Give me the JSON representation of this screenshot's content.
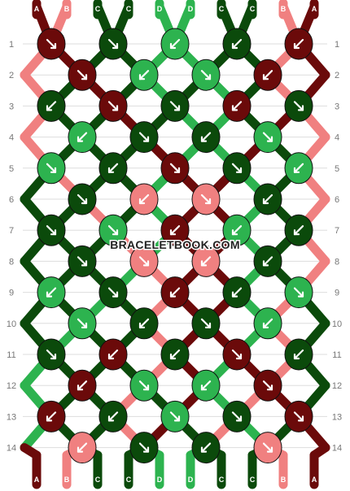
{
  "pattern": {
    "strands_top": [
      "A",
      "B",
      "C",
      "C",
      "D",
      "D",
      "C",
      "C",
      "B",
      "A"
    ],
    "strands_bottom": [
      "A",
      "B",
      "C",
      "C",
      "D",
      "D",
      "C",
      "C",
      "B",
      "A"
    ],
    "colors": {
      "A": "#6b0a0a",
      "B": "#f08080",
      "C": "#0b4a0b",
      "D": "#2db34f"
    },
    "row_labels": [
      "1",
      "2",
      "3",
      "4",
      "5",
      "6",
      "7",
      "8",
      "9",
      "10",
      "11",
      "12",
      "13",
      "14"
    ],
    "rows": [
      [
        {
          "c": "A",
          "d": "se"
        },
        {
          "c": "C",
          "d": "se"
        },
        {
          "c": "D",
          "d": "sw"
        },
        {
          "c": "C",
          "d": "sw"
        },
        {
          "c": "A",
          "d": "sw"
        }
      ],
      [
        {
          "c": "A",
          "d": "se"
        },
        {
          "c": "D",
          "d": "sw"
        },
        {
          "c": "D",
          "d": "se"
        },
        {
          "c": "A",
          "d": "sw"
        }
      ],
      [
        {
          "c": "C",
          "d": "sw"
        },
        {
          "c": "A",
          "d": "se"
        },
        {
          "c": "C",
          "d": "se"
        },
        {
          "c": "A",
          "d": "sw"
        },
        {
          "c": "C",
          "d": "se"
        }
      ],
      [
        {
          "c": "D",
          "d": "sw"
        },
        {
          "c": "C",
          "d": "se"
        },
        {
          "c": "C",
          "d": "sw"
        },
        {
          "c": "D",
          "d": "se"
        }
      ],
      [
        {
          "c": "D",
          "d": "se"
        },
        {
          "c": "C",
          "d": "sw"
        },
        {
          "c": "A",
          "d": "se"
        },
        {
          "c": "C",
          "d": "se"
        },
        {
          "c": "D",
          "d": "sw"
        }
      ],
      [
        {
          "c": "C",
          "d": "se"
        },
        {
          "c": "B",
          "d": "sw"
        },
        {
          "c": "B",
          "d": "se"
        },
        {
          "c": "C",
          "d": "sw"
        }
      ],
      [
        {
          "c": "C",
          "d": "se"
        },
        {
          "c": "D",
          "d": "se"
        },
        {
          "c": "A",
          "d": "sw"
        },
        {
          "c": "D",
          "d": "sw"
        },
        {
          "c": "C",
          "d": "sw"
        }
      ],
      [
        {
          "c": "C",
          "d": "se"
        },
        {
          "c": "B",
          "d": "se"
        },
        {
          "c": "B",
          "d": "sw"
        },
        {
          "c": "C",
          "d": "sw"
        }
      ],
      [
        {
          "c": "D",
          "d": "sw"
        },
        {
          "c": "C",
          "d": "se"
        },
        {
          "c": "A",
          "d": "sw"
        },
        {
          "c": "C",
          "d": "sw"
        },
        {
          "c": "D",
          "d": "se"
        }
      ],
      [
        {
          "c": "D",
          "d": "se"
        },
        {
          "c": "C",
          "d": "sw"
        },
        {
          "c": "C",
          "d": "se"
        },
        {
          "c": "D",
          "d": "sw"
        }
      ],
      [
        {
          "c": "C",
          "d": "se"
        },
        {
          "c": "A",
          "d": "sw"
        },
        {
          "c": "C",
          "d": "sw"
        },
        {
          "c": "A",
          "d": "se"
        },
        {
          "c": "C",
          "d": "sw"
        }
      ],
      [
        {
          "c": "A",
          "d": "sw"
        },
        {
          "c": "D",
          "d": "se"
        },
        {
          "c": "D",
          "d": "sw"
        },
        {
          "c": "A",
          "d": "se"
        }
      ],
      [
        {
          "c": "A",
          "d": "sw"
        },
        {
          "c": "C",
          "d": "sw"
        },
        {
          "c": "D",
          "d": "se"
        },
        {
          "c": "C",
          "d": "se"
        },
        {
          "c": "A",
          "d": "se"
        }
      ],
      [
        {
          "c": "B",
          "d": "sw"
        },
        {
          "c": "C",
          "d": "se"
        },
        {
          "c": "C",
          "d": "sw"
        },
        {
          "c": "B",
          "d": "se"
        }
      ]
    ],
    "watermark": "BRACELETBOOK.COM"
  }
}
